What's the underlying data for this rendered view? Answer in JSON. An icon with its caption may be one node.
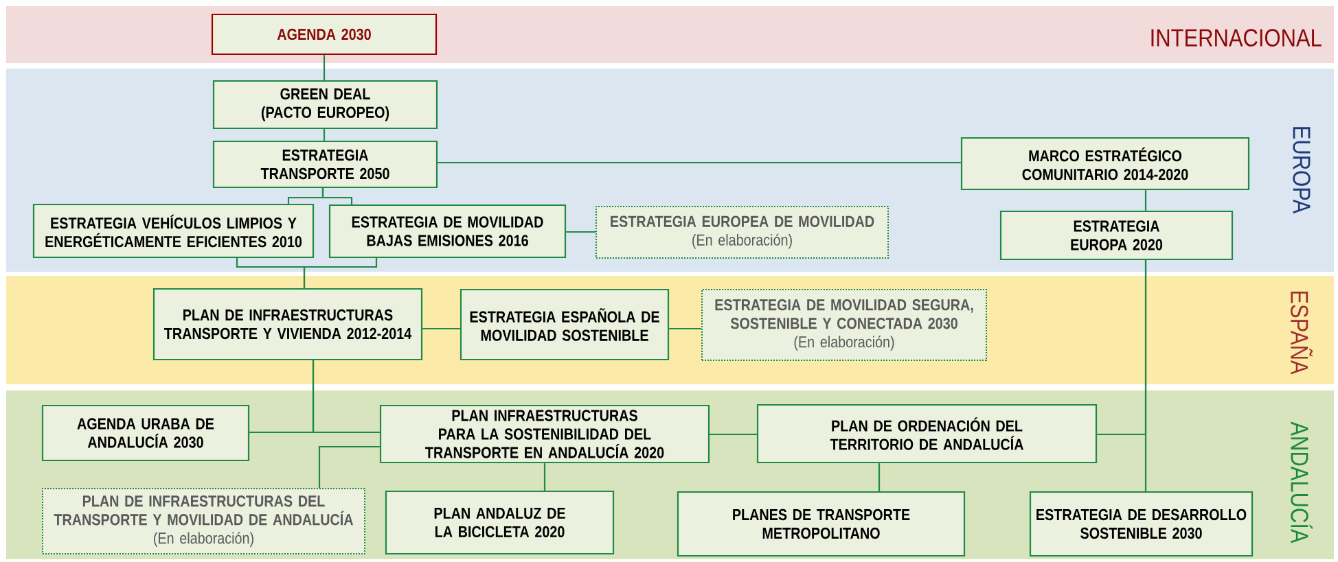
{
  "diagram": {
    "nodes": [
      {
        "text": [
          "INTERNACIONAL"
        ]
      },
      {
        "text": [
          "AGENDA 2030"
        ],
        "in": 0
      },
      {
        "text": [
          "EUROPA"
        ]
      },
      {
        "text": [
          "GREEN DEAL (PACTO EUROPEO)"
        ],
        "in": 2
      },
      {
        "text": [
          "ESTRATEGIA TRANSPORTE 2050"
        ],
        "in": 2
      },
      {
        "text": [
          "MARCO ESTRATÉGICO COMUNITARIO 2014-2020"
        ],
        "in": 2
      },
      {
        "text": [
          "ESTRATEGIA VEHÍCULOS LIMPIOS Y ENERGÉTICAMENTE EFICIENTES 2010"
        ],
        "in": 2
      },
      {
        "text": [
          "ESTRATEGIA DE MOVILIDAD BAJAS EMISIONES 2016"
        ],
        "in": 2
      },
      {
        "text": [
          "ESTRATEGIA EUROPEA DE MOVILIDAD",
          "(En elaboración)"
        ],
        "in": 2
      },
      {
        "text": [
          "ESTRATEGIA EUROPA 2020"
        ],
        "in": 2
      },
      {
        "text": [
          "ESPAÑA"
        ]
      },
      {
        "text": [
          "PLAN DE INFRAESTRUCTURAS TRANSPORTE Y VIVIENDA 2012-2014"
        ],
        "in": 10
      },
      {
        "text": [
          "ESTRATEGIA ESPAÑOLA DE MOVILIDAD SOSTENIBLE"
        ],
        "in": 10
      },
      {
        "text": [
          "ESTRATEGIA DE MOVILIDAD SEGURA, SOSTENIBLE Y CONECTADA 2030",
          "(En elaboración)"
        ],
        "in": 10
      },
      {
        "text": [
          "ANDALUCÍA"
        ]
      },
      {
        "text": [
          "AGENDA URABA DE ANDALUCÍA 2030"
        ],
        "in": 14
      },
      {
        "text": [
          "PLAN INFRAESTRUCTURAS PARA LA SOSTENIBILIDAD DEL TRANSPORTE EN ANDALUCÍA 2020"
        ],
        "in": 14
      },
      {
        "text": [
          "PLAN DE ORDENACIÓN DEL TERRITORIO DE ANDALUCÍA"
        ],
        "in": 14
      },
      {
        "text": [
          "PLAN DE INFRAESTRUCTURAS DEL TRANSPORTE Y MOVILIDAD DE ANDALUCÍA",
          "(En elaboración)"
        ],
        "in": 14
      },
      {
        "text": [
          "PLAN ANDALUZ DE LA BICICLETA 2020"
        ],
        "in": 14
      },
      {
        "text": [
          "PLANES DE TRANSPORTE METROPOLITANO"
        ],
        "in": 14
      },
      {
        "text": [
          "ESTRATEGIA DE DESARROLLO SOSTENIBLE 2030"
        ],
        "in": 14
      }
    ],
    "edges": [
      {
        "from": 1,
        "to": 3,
        "arrow": "none"
      },
      {
        "from": 3,
        "to": 4,
        "arrow": "none"
      },
      {
        "from": 4,
        "to": 5,
        "arrow": "none"
      },
      {
        "from": 4,
        "to": 6,
        "arrow": "none"
      },
      {
        "from": 4,
        "to": 7,
        "arrow": "none"
      },
      {
        "from": 7,
        "to": 8,
        "arrow": "none"
      },
      {
        "from": 5,
        "to": 9,
        "arrow": "none"
      },
      {
        "from": 6,
        "to": 11,
        "arrow": "none"
      },
      {
        "from": 7,
        "to": 11,
        "arrow": "none"
      },
      {
        "from": 11,
        "to": 12,
        "arrow": "none"
      },
      {
        "from": 12,
        "to": 13,
        "arrow": "none"
      },
      {
        "from": 11,
        "to": 15,
        "arrow": "none"
      },
      {
        "from": 11,
        "to": 16,
        "arrow": "none"
      },
      {
        "from": 16,
        "to": 18,
        "arrow": "none"
      },
      {
        "from": 16,
        "to": 19,
        "arrow": "none"
      },
      {
        "from": 16,
        "to": 17,
        "arrow": "none"
      },
      {
        "from": 17,
        "to": 20,
        "arrow": "none"
      },
      {
        "from": 9,
        "to": 21,
        "arrow": "none"
      },
      {
        "from": 9,
        "to": 17,
        "arrow": "none"
      }
    ]
  }
}
